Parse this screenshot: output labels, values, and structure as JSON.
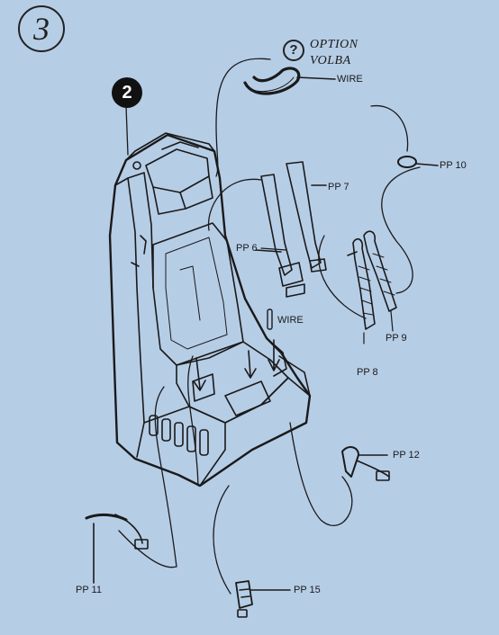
{
  "step": "3",
  "substep": "2",
  "option": {
    "symbol": "?",
    "line1": "OPTION",
    "line2": "VOLBA"
  },
  "parts": {
    "wire_top": "WIRE",
    "wire_mid": "WIRE",
    "pp6": "PP 6",
    "pp7": "PP 7",
    "pp8": "PP 8",
    "pp9": "PP 9",
    "pp10": "PP 10",
    "pp11": "PP 11",
    "pp12": "PP 12",
    "pp15": "PP 15"
  },
  "colors": {
    "background": "#b6cde6",
    "ink": "#1a1a1a"
  }
}
